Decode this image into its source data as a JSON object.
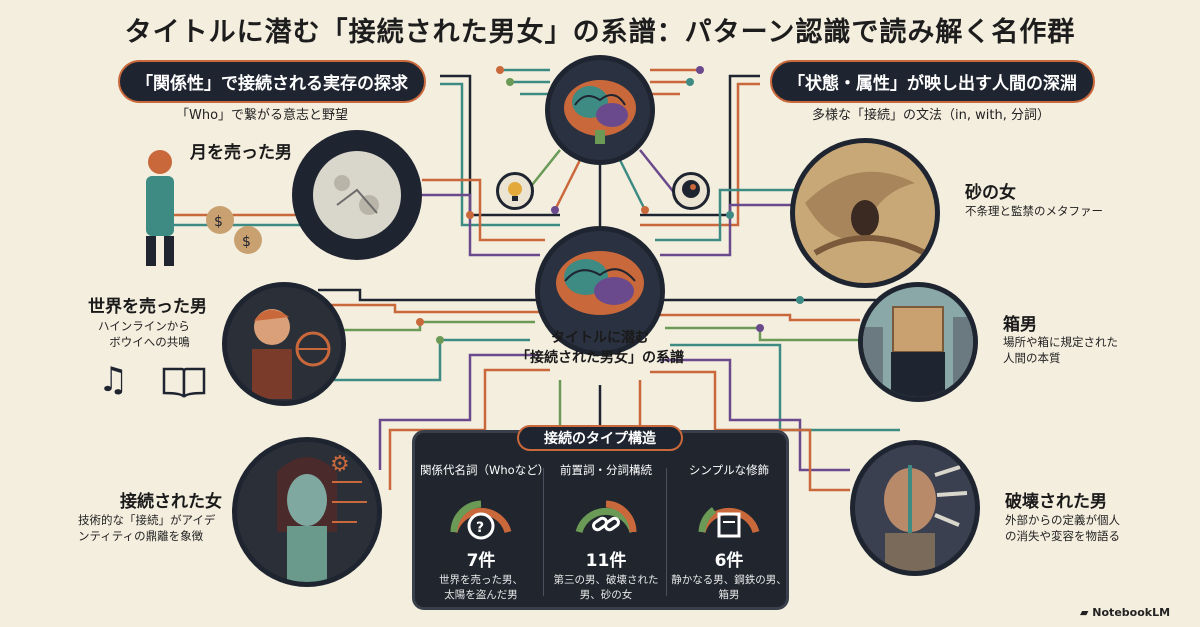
{
  "title": "タイトルに潜む「接続された男女」の系譜：パターン認識で読み解く名作群",
  "left_header": {
    "label": "「関係性」で接続される実存の探求",
    "sub": "「Who」で繋がる意志と野望"
  },
  "right_header": {
    "label": "「状態・属性」が映し出す人間の深淵",
    "sub": "多様な「接続」の文法（in, with, 分詞）"
  },
  "center": {
    "line1": "タイトルに潜む",
    "line2": "「接続された男女」の系譜"
  },
  "left_items": [
    {
      "title": "月を売った男",
      "desc": ""
    },
    {
      "title": "世界を売った男",
      "desc": "ハインラインから\nボウイへの共鳴"
    },
    {
      "title": "接続された女",
      "desc": "技術的な「接続」がアイデ\nンティティの鼎離を象徴"
    }
  ],
  "right_items": [
    {
      "title": "砂の女",
      "desc": "不条理と監禁のメタファー"
    },
    {
      "title": "箱男",
      "desc": "場所や箱に規定された\n人間の本質"
    },
    {
      "title": "破壊された男",
      "desc": "外部からの定義が個人\nの消失や変容を物語る"
    }
  ],
  "panel": {
    "title": "接続のタイプ構造",
    "columns": [
      {
        "header": "関係代名詞（Whoなど）",
        "count": "7件",
        "examples": "世界を売った男、\n太陽を盗んだ男"
      },
      {
        "header": "前置詞・分詞構続",
        "count": "11件",
        "examples": "第三の男、破壊された\n男、砂の女"
      },
      {
        "header": "シンプルな修飾",
        "count": "6件",
        "examples": "静かなる男、鋼鉄の男、\n箱男"
      }
    ]
  },
  "logo": "NotebookLM",
  "colors": {
    "dark": "#1f2530",
    "orange": "#c9683b",
    "teal": "#3e8b83",
    "purple": "#6a4a8c",
    "green": "#6a9a55",
    "cream": "#f4eedf"
  }
}
